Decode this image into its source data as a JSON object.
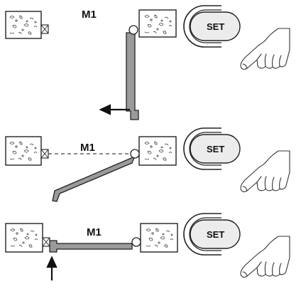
{
  "panels": [
    {
      "motor_label": "M1",
      "button_label": "SET",
      "gate_state": "open"
    },
    {
      "motor_label": "M1",
      "button_label": "SET",
      "gate_state": "moving"
    },
    {
      "motor_label": "M1",
      "button_label": "SET",
      "gate_state": "closed"
    }
  ]
}
